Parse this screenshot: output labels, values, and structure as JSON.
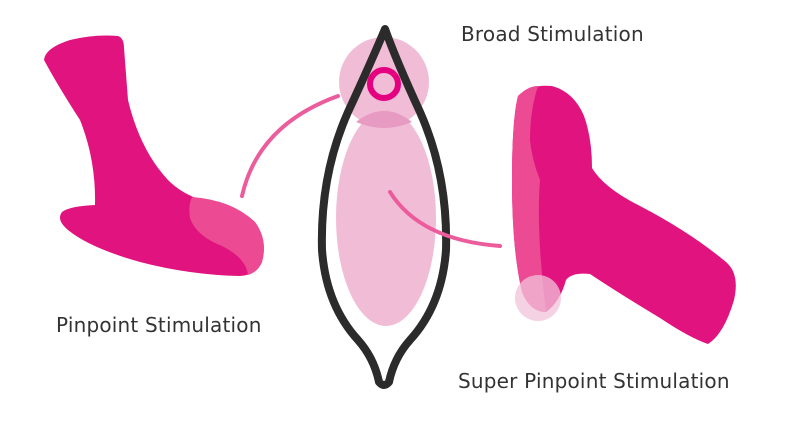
{
  "labels": {
    "broad": "Broad Stimulation",
    "pinpoint": "Pinpoint Stimulation",
    "super_pinpoint": "Super Pinpoint Stimulation"
  },
  "colors": {
    "device_magenta": "#E0137F",
    "device_highlight": "#EC4A93",
    "zone_light_pink": "#F0B6D2",
    "zone_overlap_pink": "#E79BC2",
    "ring_magenta": "#E4007F",
    "outline_dark": "#2B2B2B",
    "text": "#333333",
    "background": "#FFFFFF"
  }
}
